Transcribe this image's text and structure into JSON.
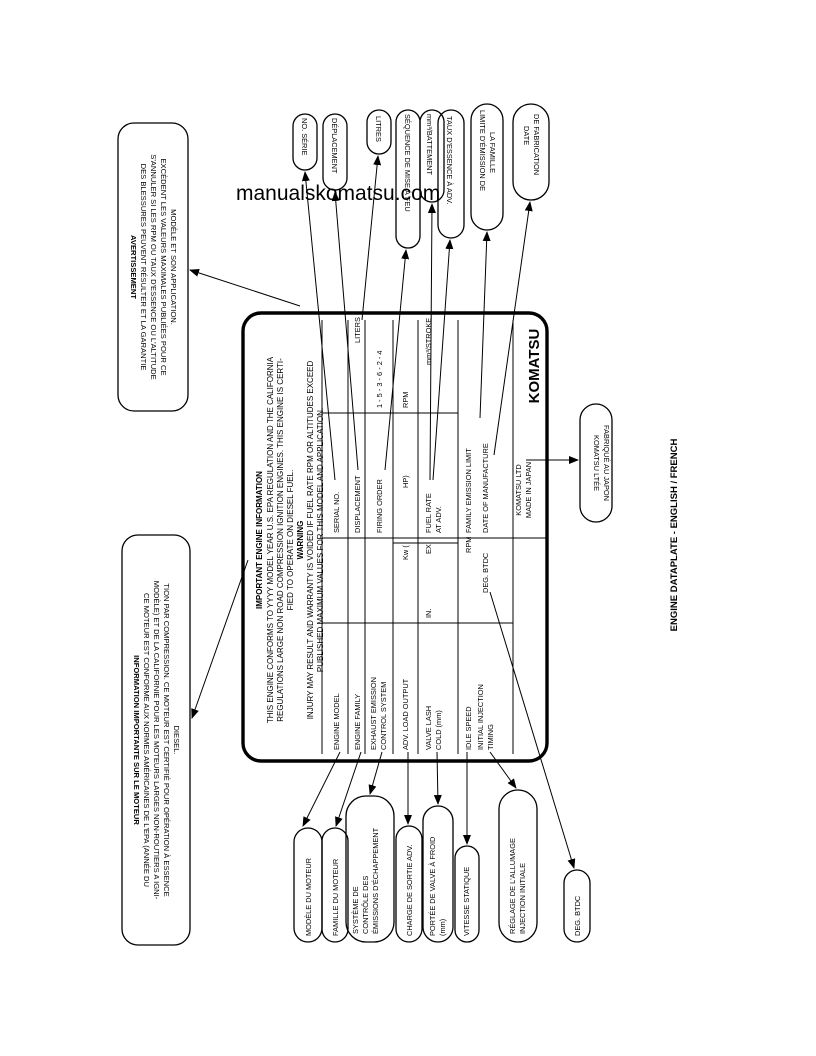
{
  "watermark": "manualskomatsu.com",
  "caption": "ENGINE DATAPLATE - ENGLISH / FRENCH",
  "plate": {
    "title": "IMPORTANT ENGINE INFORMATION",
    "conform_1": "THIS ENGINE CONFORMS TO YYYY MODEL YEAR U.S. EPA REGULATION AND THE CALIFORNIA",
    "conform_2": "REGULATIONS LARGE NON ROAD COMPRESSION IGNITION ENGINES. THIS ENGINE IS CERTI-",
    "conform_3": "FIED TO OPERATE ON DIESEL FUEL.",
    "warning_title": "WARNING",
    "warning_1": "INJURY MAY RESULT AND WARRANTY IS VOIDED IF FUEL RATE RPM OR ALTITUDES EXCEED",
    "warning_2": "PUBLISHED MAXIMUM VALUES FOR THIS MODEL AND APPLICATION.",
    "engine_model": "ENGINE MODEL",
    "serial_no": "SERIAL NO.",
    "engine_family": "ENGINE FAMILY",
    "displacement": "DISPLACEMENT",
    "liters": "LITERS",
    "exhaust_1": "EXHAUST EMISSION",
    "exhaust_2": "CONTROL SYSTEM",
    "firing_order": "FIRING ORDER",
    "firing_value": "1 - 5 - 3 - 6 - 2 - 4",
    "adv_load": "ADV. LOAD OUTPUT",
    "kw": "Kw   (",
    "hp": "HP)",
    "rpm": "RPM",
    "valve_1": "VALVE LASH",
    "valve_2": "COLD (mm)",
    "in": "IN.",
    "ex": "EX.",
    "fuel_rate_1": "FUEL RATE",
    "fuel_rate_2": "AT ADV.",
    "mm3_stroke": "mm³/STROKE",
    "idle_speed": "IDLE SPEED",
    "rpm2": "RPM",
    "family_limit": "FAMILY EMISSION LIMIT",
    "initial_1": "INITIAL INJECTION",
    "initial_2": "TIMING",
    "deg_btdc": "DEG. BTDC",
    "date_mfg": "DATE OF MANUFACTURE",
    "komatsu_ltd": "KOMATSU LTD",
    "made_in_japan": "MADE IN JAPAN",
    "logo": "KOMATSU"
  },
  "french_info": {
    "title": "INFORMATION IMPORTANTE SUR LE MOTEUR",
    "line_1": "CE MOTEUR EST CONFORME AUX NORMES AMÉRICAINES DE L'EPA (ANNÉE DU",
    "line_2": "MODÈLE) ET DE LA CALIFORNIE POUR LES MOTEURS LARGES NON-ROUTIERS A IGNI-",
    "line_3": "TION PAR COMPRESSION. CE MOTEUR EST CERTIFIÉ POUR OPÉRATION À ESSENCE",
    "line_4": "DIESEL."
  },
  "french_warning": {
    "title": "AVERTISSEMENT",
    "line_1": "DES BLESSURES PEUVENT RÉSULTER ET LA GARANTIE",
    "line_2": "S'ANNULER SI LES RPM OU TAUX D'ESSENCE OU L'ALTITUDE",
    "line_3": "EXCÈDENT LES VALEURS MAXIMALES PUBLIÉES POUR CE",
    "line_4": "MODÈLE ET SON APPLICATION."
  },
  "top_bubbles": {
    "no_serie": "NO. SÉRIE",
    "deplacement": "DÉPLACEMENT",
    "litres": "LITRES",
    "sequence": "SÉQUENCE DE MISE À FEU",
    "mm3_battement": "mm³/BATTEMENT",
    "taux": "TAUX D'ESSENCE À ADV.",
    "limite_1": "LIMITE D'ÉMISSION DE",
    "limite_2": "LA FAMILLE",
    "date_1": "DATE",
    "date_2": "DE FABRICATION"
  },
  "bottom_bubbles": {
    "modele": "MODÈLE DU MOTEUR",
    "famille": "FAMILLE DU MOTEUR",
    "systeme_1": "SYSTÈME DE",
    "systeme_2": "CONTRÔLE DES",
    "systeme_3": "ÉMISSIONS D'ÉCHAPPEMENT",
    "charge": "CHARGE DE SORTIE ADV.",
    "portee_1": "PORTÉE DE VALVE À FROID",
    "portee_2": "(mm)",
    "vitesse": "VITESSE STATIQUE",
    "reglage_1": "RÉGLAGE DE L'ALLUMAGE",
    "reglage_2": "INJECTION INITIALE",
    "deg": "DEG. BTDC"
  },
  "side_bubble": {
    "line_1": "KOMATSU LTÉE",
    "line_2": "FABRIQUÉ AU JAPON"
  }
}
